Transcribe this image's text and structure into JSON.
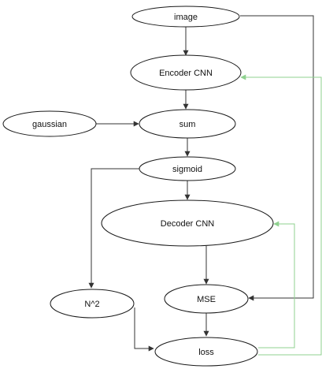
{
  "colors": {
    "node_stroke": "#1a1a1a",
    "edge": "#333333",
    "feedback_edge": "#8fd18f",
    "background": "#ffffff"
  },
  "nodes": {
    "image": {
      "label": "image"
    },
    "encoder": {
      "label": "Encoder CNN"
    },
    "gaussian": {
      "label": "gaussian"
    },
    "sum": {
      "label": "sum"
    },
    "sigmoid": {
      "label": "sigmoid"
    },
    "decoder": {
      "label": "Decoder CNN"
    },
    "n2": {
      "label": "N^2"
    },
    "mse": {
      "label": "MSE"
    },
    "loss": {
      "label": "loss"
    }
  },
  "edges": [
    {
      "from": "image",
      "to": "encoder"
    },
    {
      "from": "encoder",
      "to": "sum"
    },
    {
      "from": "gaussian",
      "to": "sum"
    },
    {
      "from": "sum",
      "to": "sigmoid"
    },
    {
      "from": "sigmoid",
      "to": "decoder"
    },
    {
      "from": "sigmoid",
      "to": "n2"
    },
    {
      "from": "decoder",
      "to": "mse"
    },
    {
      "from": "image",
      "to": "mse"
    },
    {
      "from": "mse",
      "to": "loss"
    },
    {
      "from": "n2",
      "to": "loss"
    },
    {
      "from": "loss",
      "to": "encoder",
      "style": "feedback"
    },
    {
      "from": "loss",
      "to": "decoder",
      "style": "feedback"
    }
  ]
}
